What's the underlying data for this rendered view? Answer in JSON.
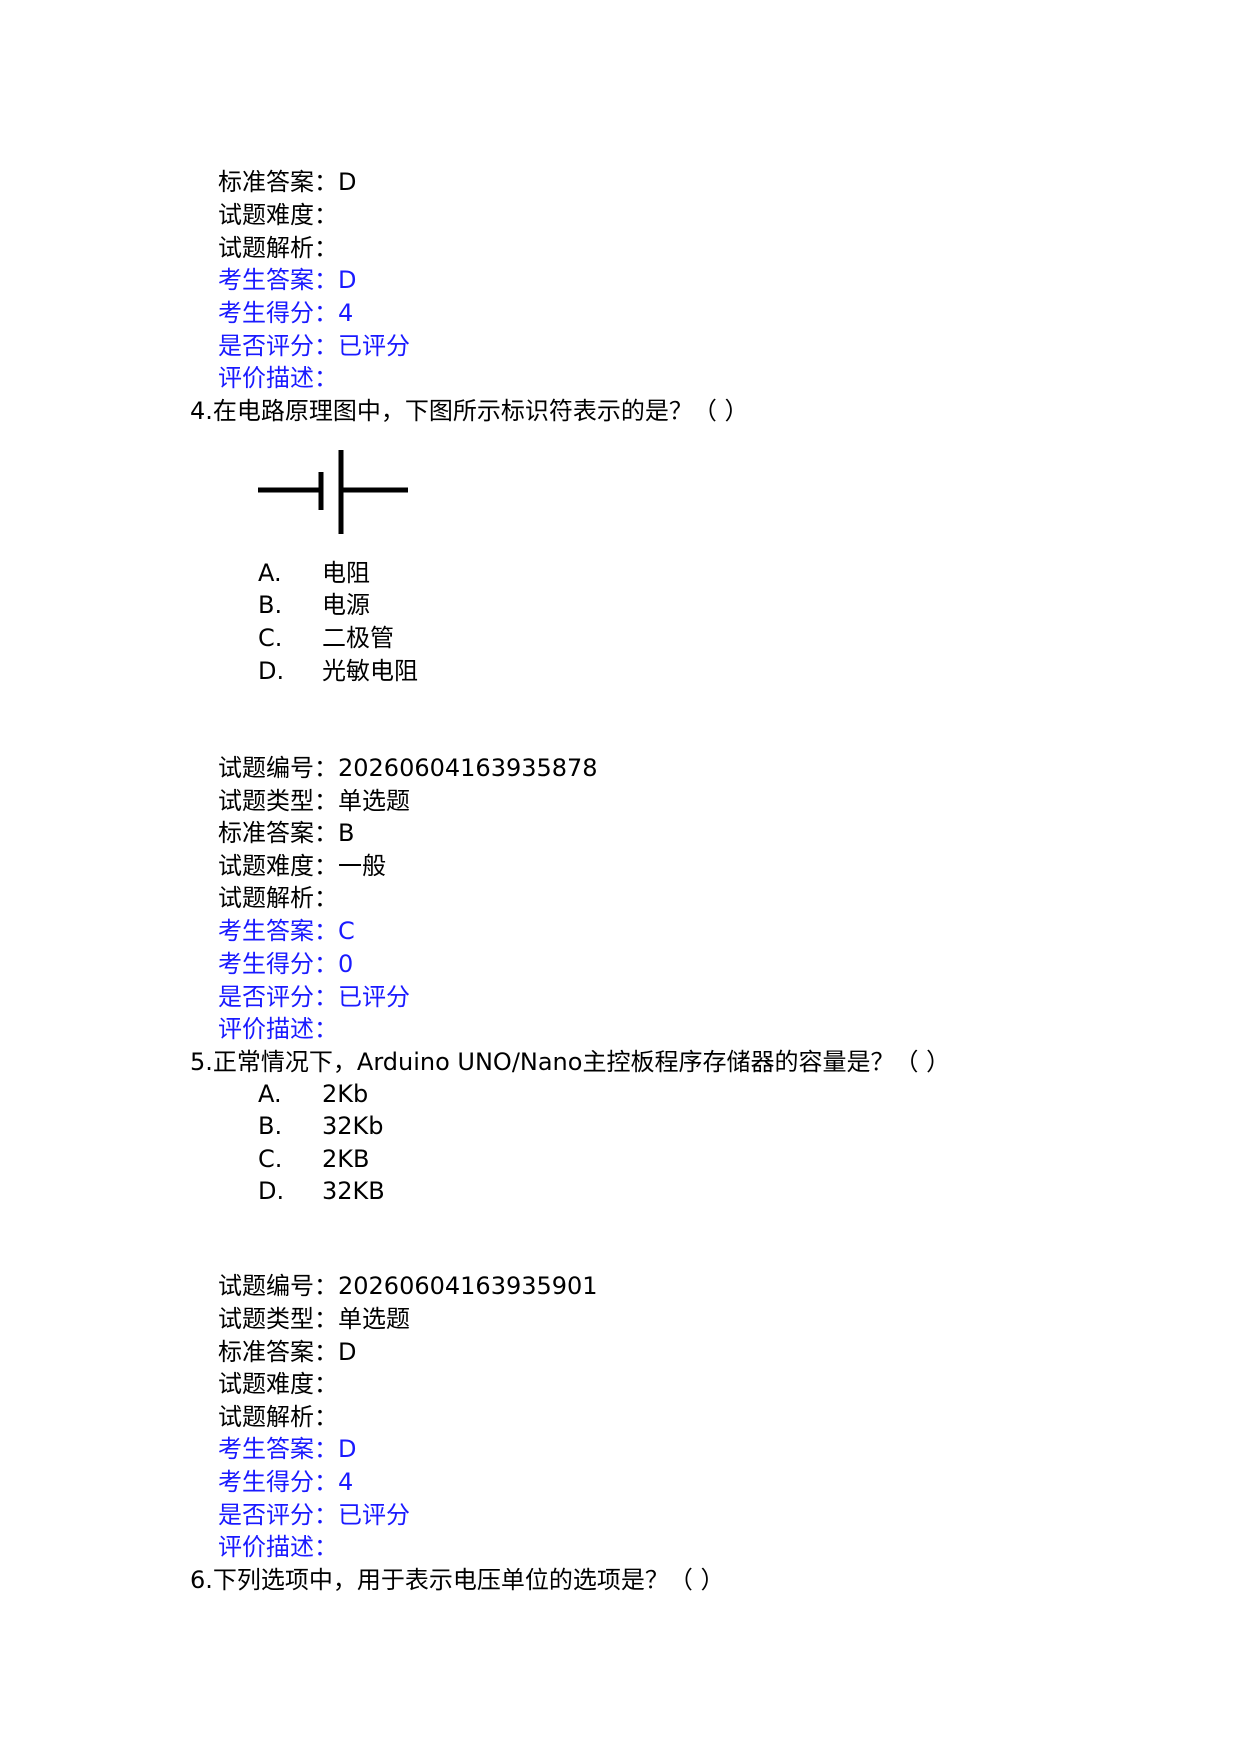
{
  "block1": {
    "standard_answer": "标准答案：D",
    "difficulty": "试题难度：",
    "analysis": "试题解析：",
    "student_answer": "考生答案：D",
    "student_score": "考生得分：4",
    "graded": "是否评分：已评分",
    "comment": "评价描述："
  },
  "q4": {
    "number": "4.",
    "stem": "在电路原理图中，下图所示标识符表示的是？（  ）",
    "options": [
      {
        "letter": "A.",
        "text": "电阻"
      },
      {
        "letter": "B.",
        "text": "电源"
      },
      {
        "letter": "C.",
        "text": "二极管"
      },
      {
        "letter": "D.",
        "text": "光敏电阻"
      }
    ]
  },
  "block2": {
    "id": "试题编号：20260604163935878",
    "type": "试题类型：单选题",
    "standard_answer": "标准答案：B",
    "difficulty": "试题难度：一般",
    "analysis": "试题解析：",
    "student_answer": "考生答案：C",
    "student_score": "考生得分：0",
    "graded": "是否评分：已评分",
    "comment": "评价描述："
  },
  "q5": {
    "number": "5.",
    "stem": "正常情况下，Arduino UNO/Nano主控板程序存储器的容量是？（  ）",
    "options": [
      {
        "letter": "A.",
        "text": "2Kb"
      },
      {
        "letter": "B.",
        "text": "32Kb"
      },
      {
        "letter": "C.",
        "text": "2KB"
      },
      {
        "letter": "D.",
        "text": "32KB"
      }
    ]
  },
  "block3": {
    "id": "试题编号：20260604163935901",
    "type": "试题类型：单选题",
    "standard_answer": "标准答案：D",
    "difficulty": "试题难度：",
    "analysis": "试题解析：",
    "student_answer": "考生答案：D",
    "student_score": "考生得分：4",
    "graded": "是否评分：已评分",
    "comment": "评价描述："
  },
  "q6": {
    "number": "6.",
    "stem": "下列选项中，用于表示电压单位的选项是？（  ）"
  },
  "colors": {
    "text": "#000000",
    "student_info": "#1a1aff"
  }
}
